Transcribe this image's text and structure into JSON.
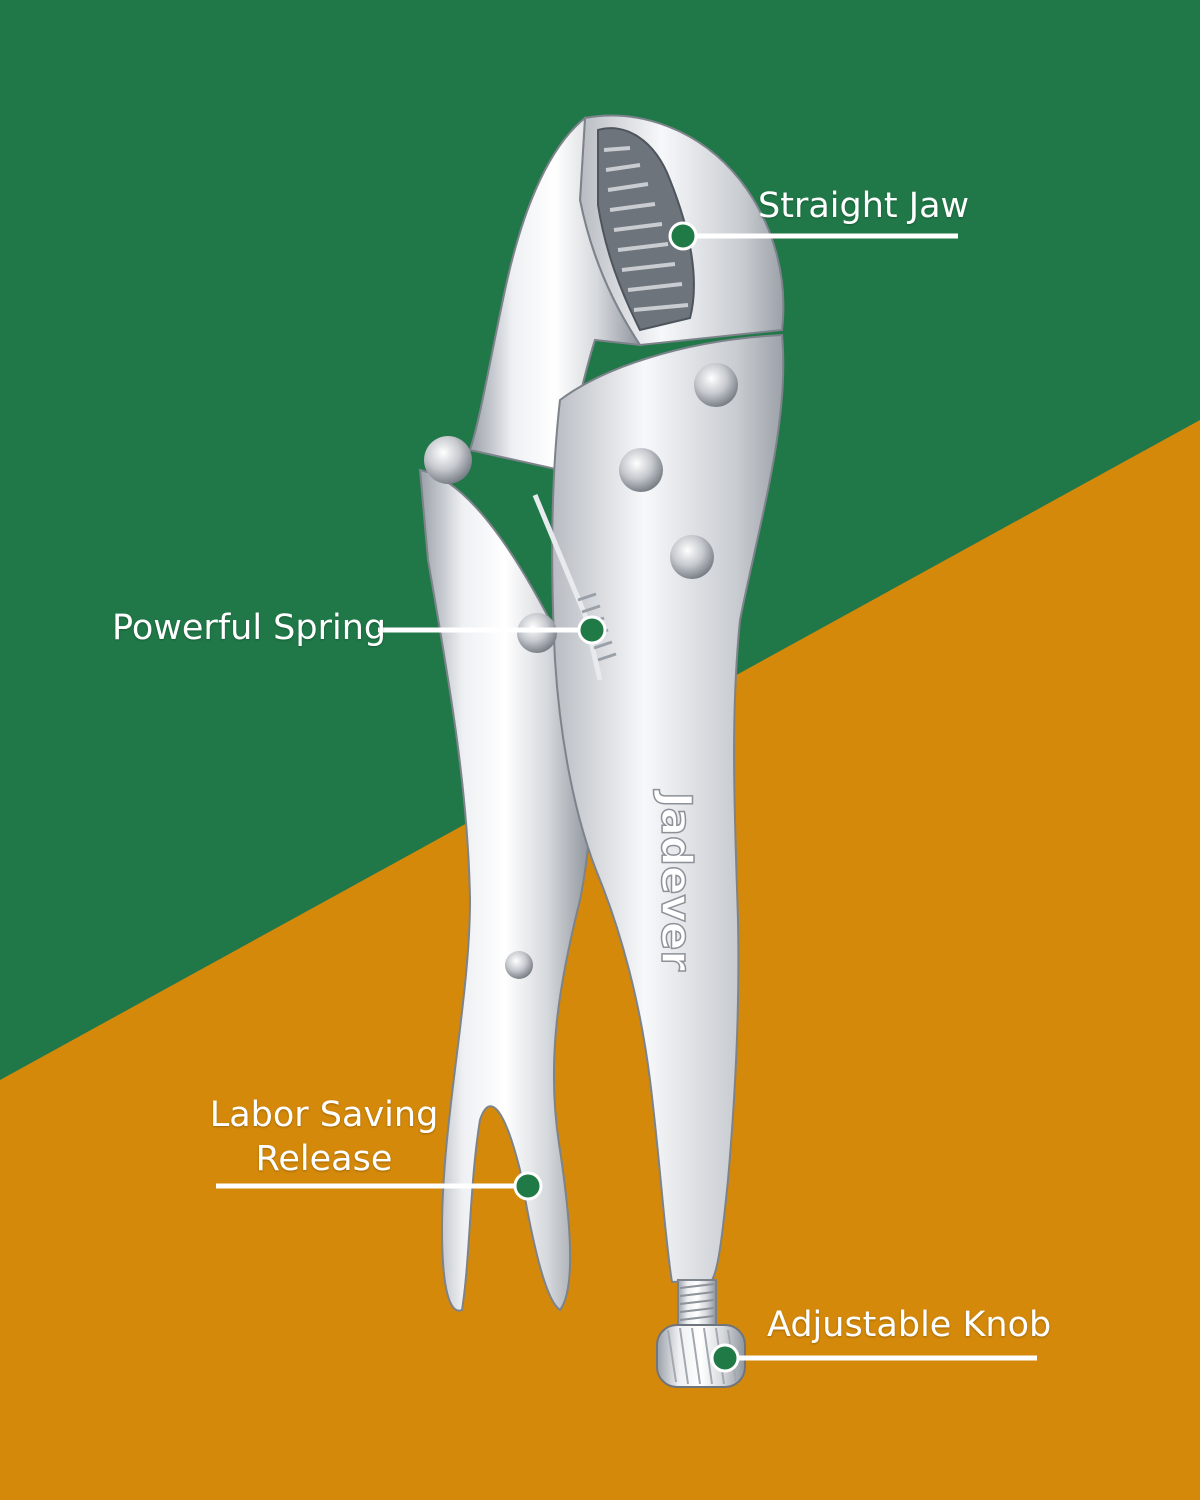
{
  "colors": {
    "background_top": "#207848",
    "background_bottom": "#D4890A",
    "callout_line": "#ffffff",
    "callout_dot": "#1f7a45",
    "metal_light": "#f3f4f6",
    "metal_mid": "#c9ccd1",
    "metal_dark": "#8d9299"
  },
  "brand": {
    "logo_text": "Jadever"
  },
  "callouts": {
    "straight_jaw": "Straight Jaw",
    "powerful_spring": "Powerful Spring",
    "labor_saving_release_line1": "Labor Saving",
    "labor_saving_release_line2": "Release",
    "adjustable_knob": "Adjustable Knob"
  },
  "icons": {
    "product": "locking-pliers-icon",
    "callout_marker": "callout-dot-icon"
  }
}
